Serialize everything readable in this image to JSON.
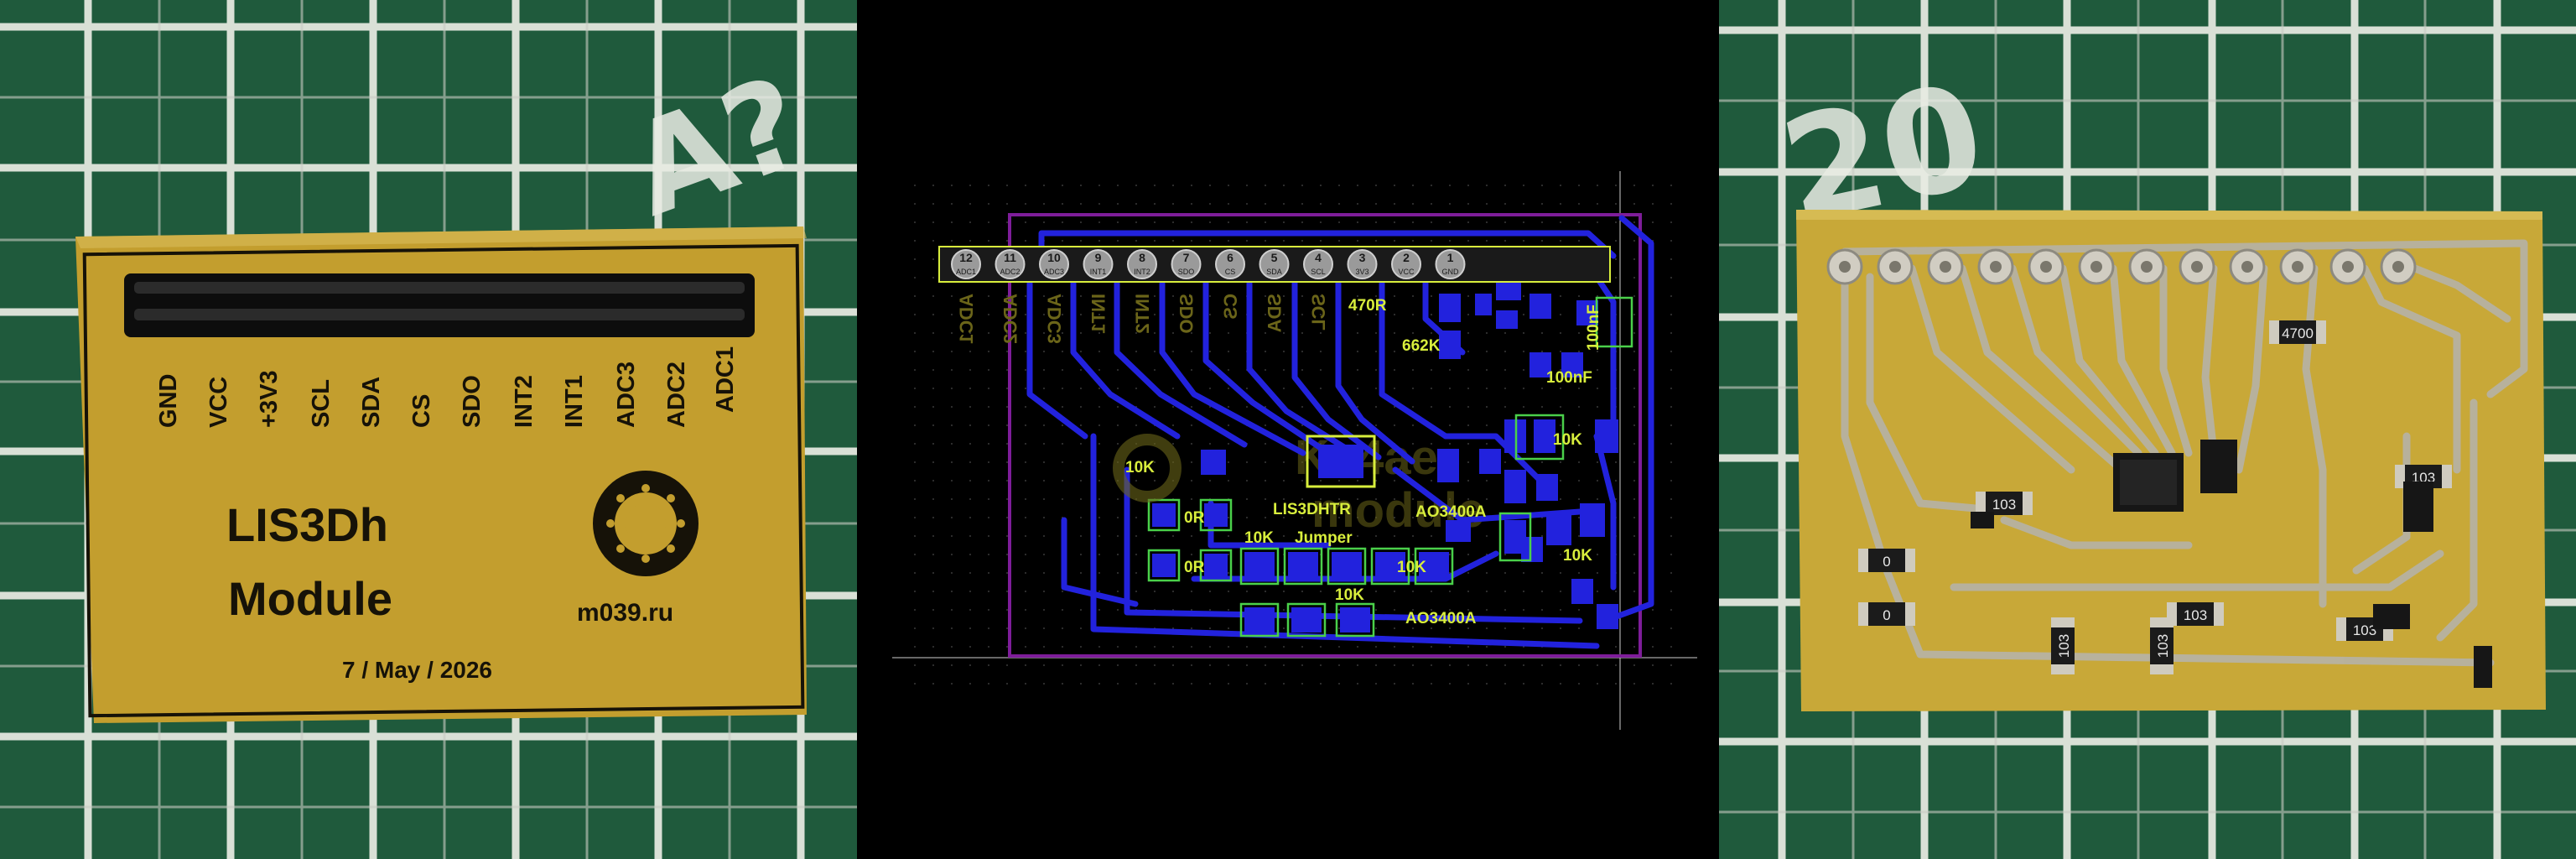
{
  "colors": {
    "mat": "#1f5a3c",
    "mat_line": "#e9ece4",
    "fr4": "#c39e2e",
    "fr4_light": "#d2b247",
    "silk_black": "#161208",
    "kicad_bg": "#000000",
    "top_copper": "#2222dd",
    "silk_text": "#d8ee3c",
    "pad_outline": "#4ad04a",
    "edge_cuts": "#7e1d9a",
    "solder": "#c8c4b8"
  },
  "front_board": {
    "pin_labels": [
      "GND",
      "VCC",
      "+3V3",
      "SCL",
      "SDA",
      "CS",
      "SDO",
      "INT2",
      "INT1",
      "ADC3",
      "ADC2",
      "ADC1"
    ],
    "title_line1": "LIS3Dh",
    "title_line2": "Module",
    "url": "m039.ru",
    "date": "7 / May / 2026"
  },
  "pcb_layout": {
    "pins": [
      {
        "num": "12",
        "name": "ADC1"
      },
      {
        "num": "11",
        "name": "ADC2"
      },
      {
        "num": "10",
        "name": "ADC3"
      },
      {
        "num": "9",
        "name": "INT1"
      },
      {
        "num": "8",
        "name": "INT2"
      },
      {
        "num": "7",
        "name": "SDO"
      },
      {
        "num": "6",
        "name": "CS"
      },
      {
        "num": "5",
        "name": "SDA"
      },
      {
        "num": "4",
        "name": "SCL"
      },
      {
        "num": "3",
        "name": "3V3"
      },
      {
        "num": "2",
        "name": "VCC"
      },
      {
        "num": "1",
        "name": "GND"
      }
    ],
    "labels": {
      "r_470": "470R",
      "r_662k": "662K",
      "c_100nf_1": "100nF",
      "c_100nf_2": "100nF",
      "r_10k_left": "10K",
      "r_10k_right_top": "10K",
      "r_10k_right_mid": "10K",
      "r_10k_mid": "10K",
      "r_10k_bottom": "10K",
      "r_10k_vert": "10K",
      "r_0r_1": "0R",
      "r_0r_2": "0R",
      "ic_name": "LIS3DHTR",
      "jumper": "Jumper",
      "mosfet_1": "AO3400A",
      "mosfet_2": "AO3400A"
    }
  },
  "back_board": {
    "resistor_codes": [
      "103",
      "0",
      "0",
      "103",
      "103",
      "103",
      "103",
      "103",
      "4700"
    ]
  }
}
